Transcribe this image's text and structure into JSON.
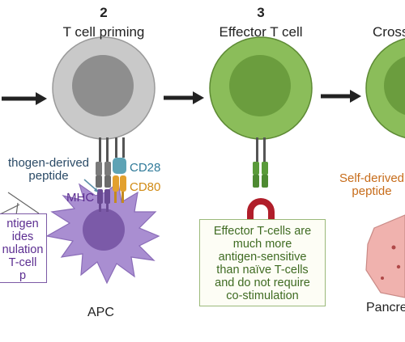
{
  "steps": [
    {
      "number": "2",
      "title": "T cell priming"
    },
    {
      "number": "3",
      "title": "Effector T cell"
    },
    {
      "number": "",
      "title": "Cross"
    }
  ],
  "labels": {
    "pathogen_peptide": [
      "thogen-derived",
      "peptide"
    ],
    "cd28": "CD28",
    "cd80": "CD80",
    "mhc": "MHC",
    "apc": "APC",
    "self_peptide": [
      "Self-derived",
      "peptide"
    ],
    "pancreas": "Pancre"
  },
  "left_box": [
    "ntigen",
    "ides",
    "nulation",
    "T-cell",
    "p"
  ],
  "effector_note": [
    "Effector T-cells are",
    "much more",
    "antigen-sensitive",
    "than naïve T-cells",
    "and do not require",
    "co-stimulation"
  ],
  "colors": {
    "tcell_naive": "#c9c9c9",
    "tcell_naive_nucleus": "#8e8e8e",
    "tcell_effector": "#8bbd5a",
    "tcell_effector_nucleus": "#6b9d3e",
    "apc": "#a98ed1",
    "apc_nucleus": "#7b5aa8",
    "cd28": "#5ea3b5",
    "cd80": "#e2a02e",
    "mhc": "#6a4a94",
    "tcr": "#7a7a7a",
    "tcr_effector": "#5a9a3a",
    "magnet": "#b01e2a",
    "pancreas": "#f0b2ae",
    "arrow": "#222222"
  },
  "icons": [
    "arrow-right-icon",
    "magnet-icon"
  ]
}
